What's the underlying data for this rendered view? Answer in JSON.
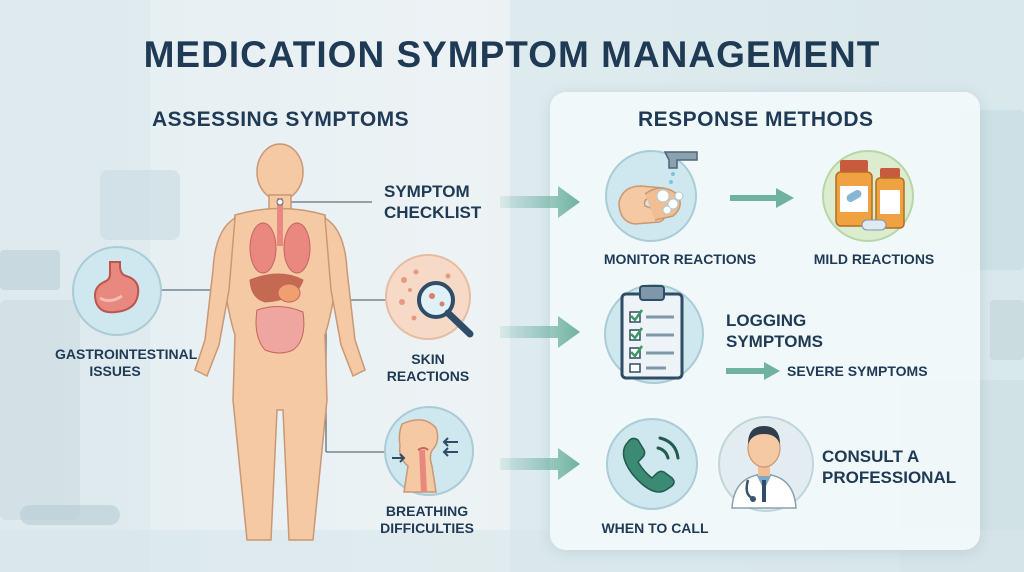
{
  "title": "MEDICATION SYMPTOM MANAGEMENT",
  "sections": {
    "assessing": {
      "heading": "ASSESSING SYMPTOMS",
      "items": {
        "checklist": {
          "line1": "SYMPTOM",
          "line2": "CHECKLIST"
        },
        "gastro": {
          "line1": "GASTROINTESTINAL",
          "line2": "ISSUES"
        },
        "skin": {
          "line1": "SKIN",
          "line2": "REACTIONS"
        },
        "breathing": {
          "line1": "BREATHING",
          "line2": "DIFFICULTIES"
        }
      }
    },
    "response": {
      "heading": "RESPONSE METHODS",
      "items": {
        "monitor": "MONITOR REACTIONS",
        "mild": "MILD REACTIONS",
        "logging": {
          "line1": "LOGGING",
          "line2": "SYMPTOMS"
        },
        "severe": "SEVERE SYMPTOMS",
        "call": "WHEN TO CALL",
        "consult": {
          "line1": "CONSULT A",
          "line2": "PROFESSIONAL"
        }
      }
    }
  },
  "colors": {
    "title": "#1f3a55",
    "arrow": "#6fb2a2",
    "skin": "#f5c9a3",
    "organ": "#e9887e",
    "icon_bg": "#cfe7ef"
  },
  "icons": [
    "human-body-icon",
    "stomach-icon",
    "magnifier-skin-icon",
    "throat-icon",
    "hand-washing-icon",
    "medicine-bottles-icon",
    "clipboard-checklist-icon",
    "phone-icon",
    "doctor-icon",
    "arrow-right-icon"
  ]
}
